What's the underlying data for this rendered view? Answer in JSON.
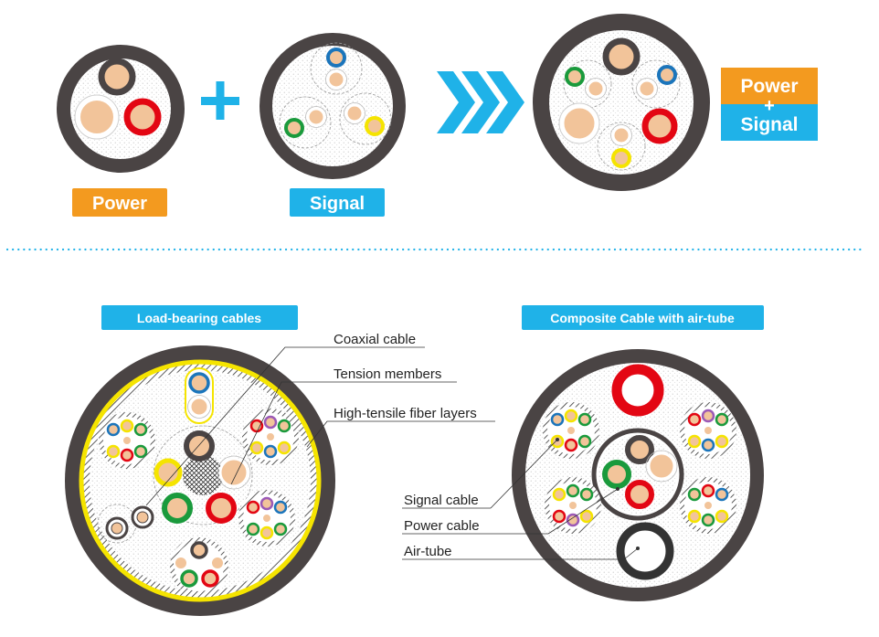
{
  "top": {
    "power_badge": "Power",
    "signal_badge": "Signal",
    "combined_badge_line1": "Power",
    "combined_badge_plus": "+",
    "combined_badge_line2": "Signal"
  },
  "bottom": {
    "left_title": "Load-bearing cables",
    "right_title": "Composite Cable with air-tube",
    "left_callouts": [
      "Coaxial cable",
      "Tension members",
      "High-tensile fiber layers"
    ],
    "right_callouts": [
      "Signal cable",
      "Power cable",
      "Air-tube"
    ]
  },
  "colors": {
    "orange": "#f39a1f",
    "cyan": "#1fb2e8",
    "jacket": "#4a4444",
    "copper": "#f2c49a",
    "red": "#e30613",
    "green": "#1a9a3c",
    "blue": "#1b75bb",
    "yellow": "#f5e400"
  }
}
